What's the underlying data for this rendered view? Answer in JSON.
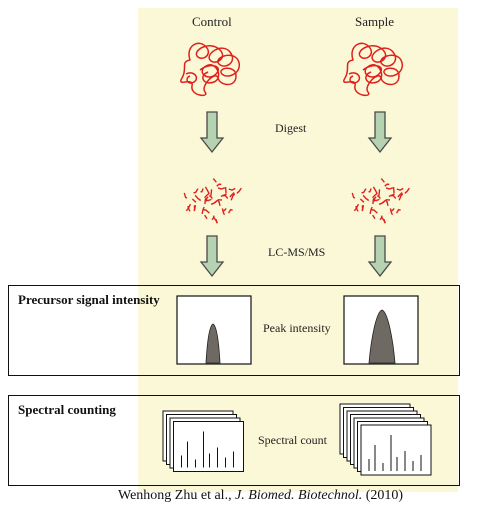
{
  "columns": {
    "control": "Control",
    "sample": "Sample"
  },
  "steps": {
    "digest": "Digest",
    "lcms": "LC-MS/MS"
  },
  "sections": {
    "precursor": {
      "title": "Precursor signal intensity",
      "label": "Peak intensity"
    },
    "spectral": {
      "title": "Spectral counting",
      "label": "Spectral count"
    }
  },
  "credit": {
    "authors": "Wenhong Zhu et al., ",
    "journal": "J. Biomed. Biotechnol.",
    "year": " (2010)"
  },
  "colors": {
    "protein": "#e0211b",
    "arrow_fill": "#b5d3b1",
    "arrow_stroke": "#4a4a4a",
    "peak": "#6e6a63",
    "background": "#fbf8d8"
  },
  "spectral_count": {
    "control_stack": 4,
    "sample_stack": 7
  }
}
